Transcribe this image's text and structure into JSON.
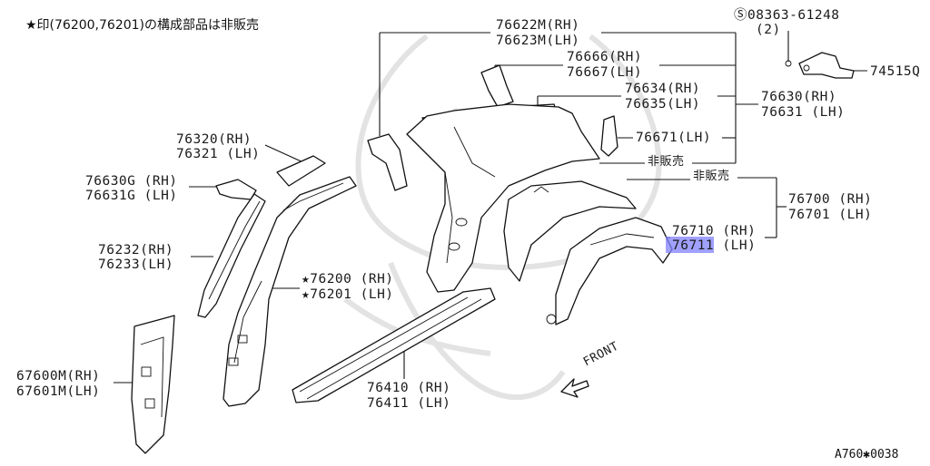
{
  "note": "★印(76200,76201)の構成部品は非販売",
  "diagram_code": "A760✱0038",
  "front_label": "FRONT",
  "highlight_color": "#8080ff",
  "labels": {
    "p76622": "76622M(RH)",
    "p76623": "76623M(LH)",
    "p76666": "76666(RH)",
    "p76667": "76667(LH)",
    "p76634": "76634(RH)",
    "p76635": "76635(LH)",
    "p76630": "76630(RH)",
    "p76631": "76631 (LH)",
    "p76671": "76671(LH)",
    "nonsale1": "非販売",
    "nonsale2": "非販売",
    "p76700": "76700 (RH)",
    "p76701": "76701 (LH)",
    "p76710": "76710 (RH)",
    "p76711": "76711 (LH)",
    "p08363": "Ⓢ08363-61248",
    "p08363_qty": "(2)",
    "p74515": "74515Q",
    "p76320": "76320(RH)",
    "p76321": "76321 (LH)",
    "p76630g": "76630G (RH)",
    "p76631g": "76631G (LH)",
    "p76232": "76232(RH)",
    "p76233": "76233(LH)",
    "p76200": "★76200 (RH)",
    "p76201": "★76201 (LH)",
    "p67600": "67600M(RH)",
    "p67601": "67601M(LH)",
    "p76410": "76410 (RH)",
    "p76411": "76411 (LH)"
  }
}
